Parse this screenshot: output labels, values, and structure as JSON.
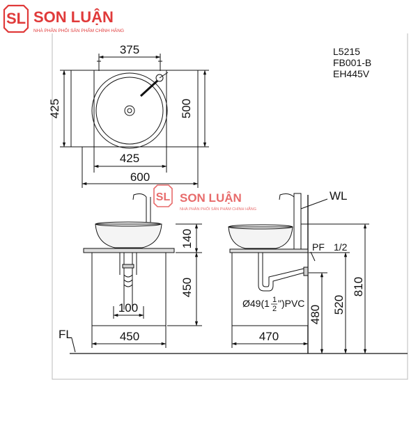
{
  "brand": {
    "logo_letters": "SL",
    "name": "SON LUẬN",
    "tagline": "NHÀ PHÂN PHỐI SẢN PHẨM CHÍNH HÃNG",
    "color": "#e03a3a"
  },
  "models": [
    "L5215",
    "FB001-B",
    "EH445V"
  ],
  "top_view": {
    "dim_top": "375",
    "dim_left": "425",
    "dim_right": "500",
    "dim_bottom_inner": "425",
    "dim_bottom_outer": "600"
  },
  "front_view": {
    "dim_basin_height": "140",
    "dim_cabinet_height": "450",
    "dim_drain_width": "100",
    "dim_cabinet_width": "450",
    "floor_label": "FL"
  },
  "side_view": {
    "wall_label": "WL",
    "pf_label": "PF",
    "pf_size": "1/2",
    "pipe_label_main": "Ø49(1",
    "pipe_frac_num": "1",
    "pipe_frac_den": "2",
    "pipe_label_end": "\")PVC",
    "dim_480": "480",
    "dim_520": "520",
    "dim_810": "810",
    "dim_depth": "470"
  },
  "colors": {
    "line": "#111111",
    "brand_red": "#e03a3a",
    "grey": "#9a9a9a"
  }
}
